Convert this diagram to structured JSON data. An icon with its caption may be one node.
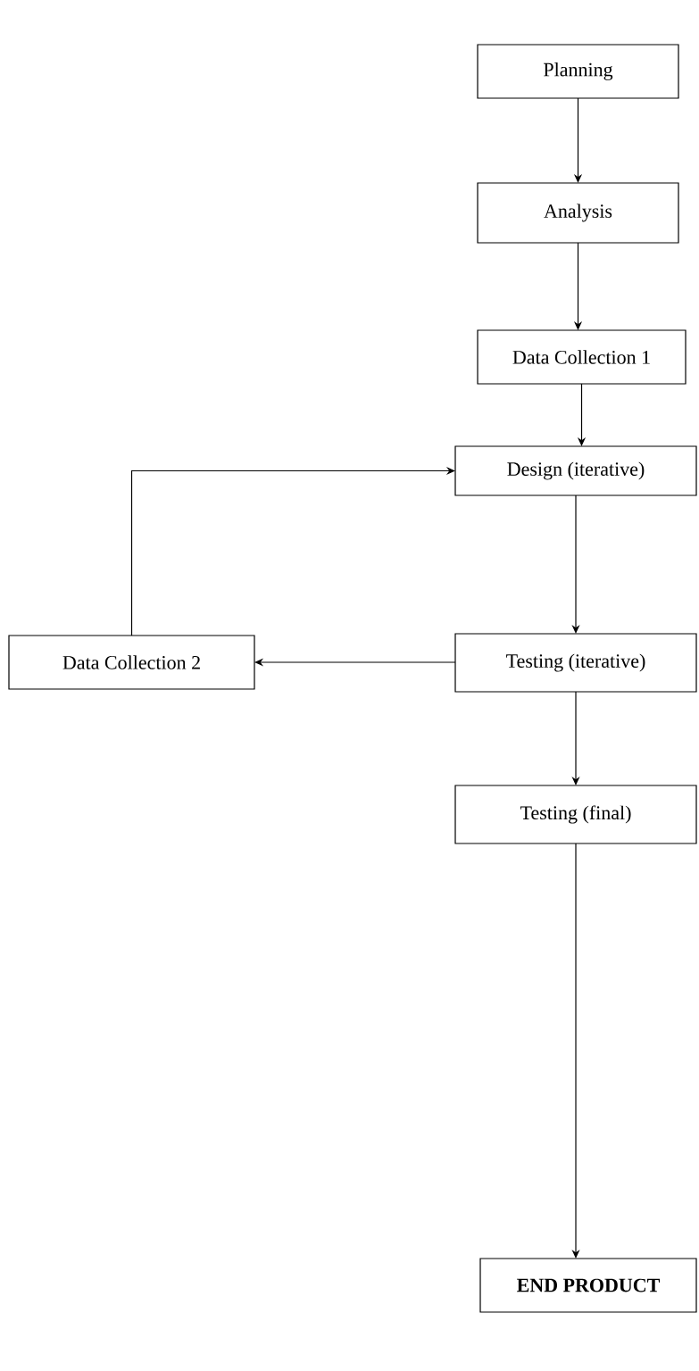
{
  "diagram": {
    "nodes": [
      {
        "text": [
          "Planning"
        ]
      },
      {
        "text": [
          "Analysis"
        ]
      },
      {
        "text": [
          "Data Collection 1"
        ]
      },
      {
        "text": [
          "Design (iterative)"
        ]
      },
      {
        "text": [
          "Testing (iterative)"
        ]
      },
      {
        "text": [
          "Data Collection 2"
        ]
      },
      {
        "text": [
          "Testing (final)"
        ]
      },
      {
        "text": [
          "END PRODUCT"
        ]
      }
    ],
    "edges": [
      {
        "from": 0,
        "to": 1,
        "arrow": "to"
      },
      {
        "from": 1,
        "to": 2,
        "arrow": "to"
      },
      {
        "from": 2,
        "to": 3,
        "arrow": "to"
      },
      {
        "from": 3,
        "to": 4,
        "arrow": "to"
      },
      {
        "from": 4,
        "to": 5,
        "arrow": "to"
      },
      {
        "from": 5,
        "to": 3,
        "arrow": "to"
      },
      {
        "from": 4,
        "to": 6,
        "arrow": "to"
      },
      {
        "from": 6,
        "to": 7,
        "arrow": "to"
      }
    ]
  }
}
